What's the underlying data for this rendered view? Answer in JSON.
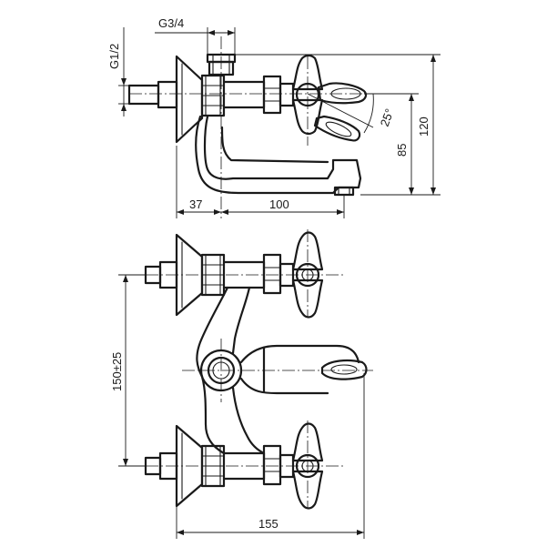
{
  "dimensions": {
    "g34": "G3/4",
    "g12": "G1/2",
    "d37": "37",
    "d100": "100",
    "d25": "25°",
    "d85": "85",
    "d120": "120",
    "d150": "150±25",
    "d155": "155"
  }
}
